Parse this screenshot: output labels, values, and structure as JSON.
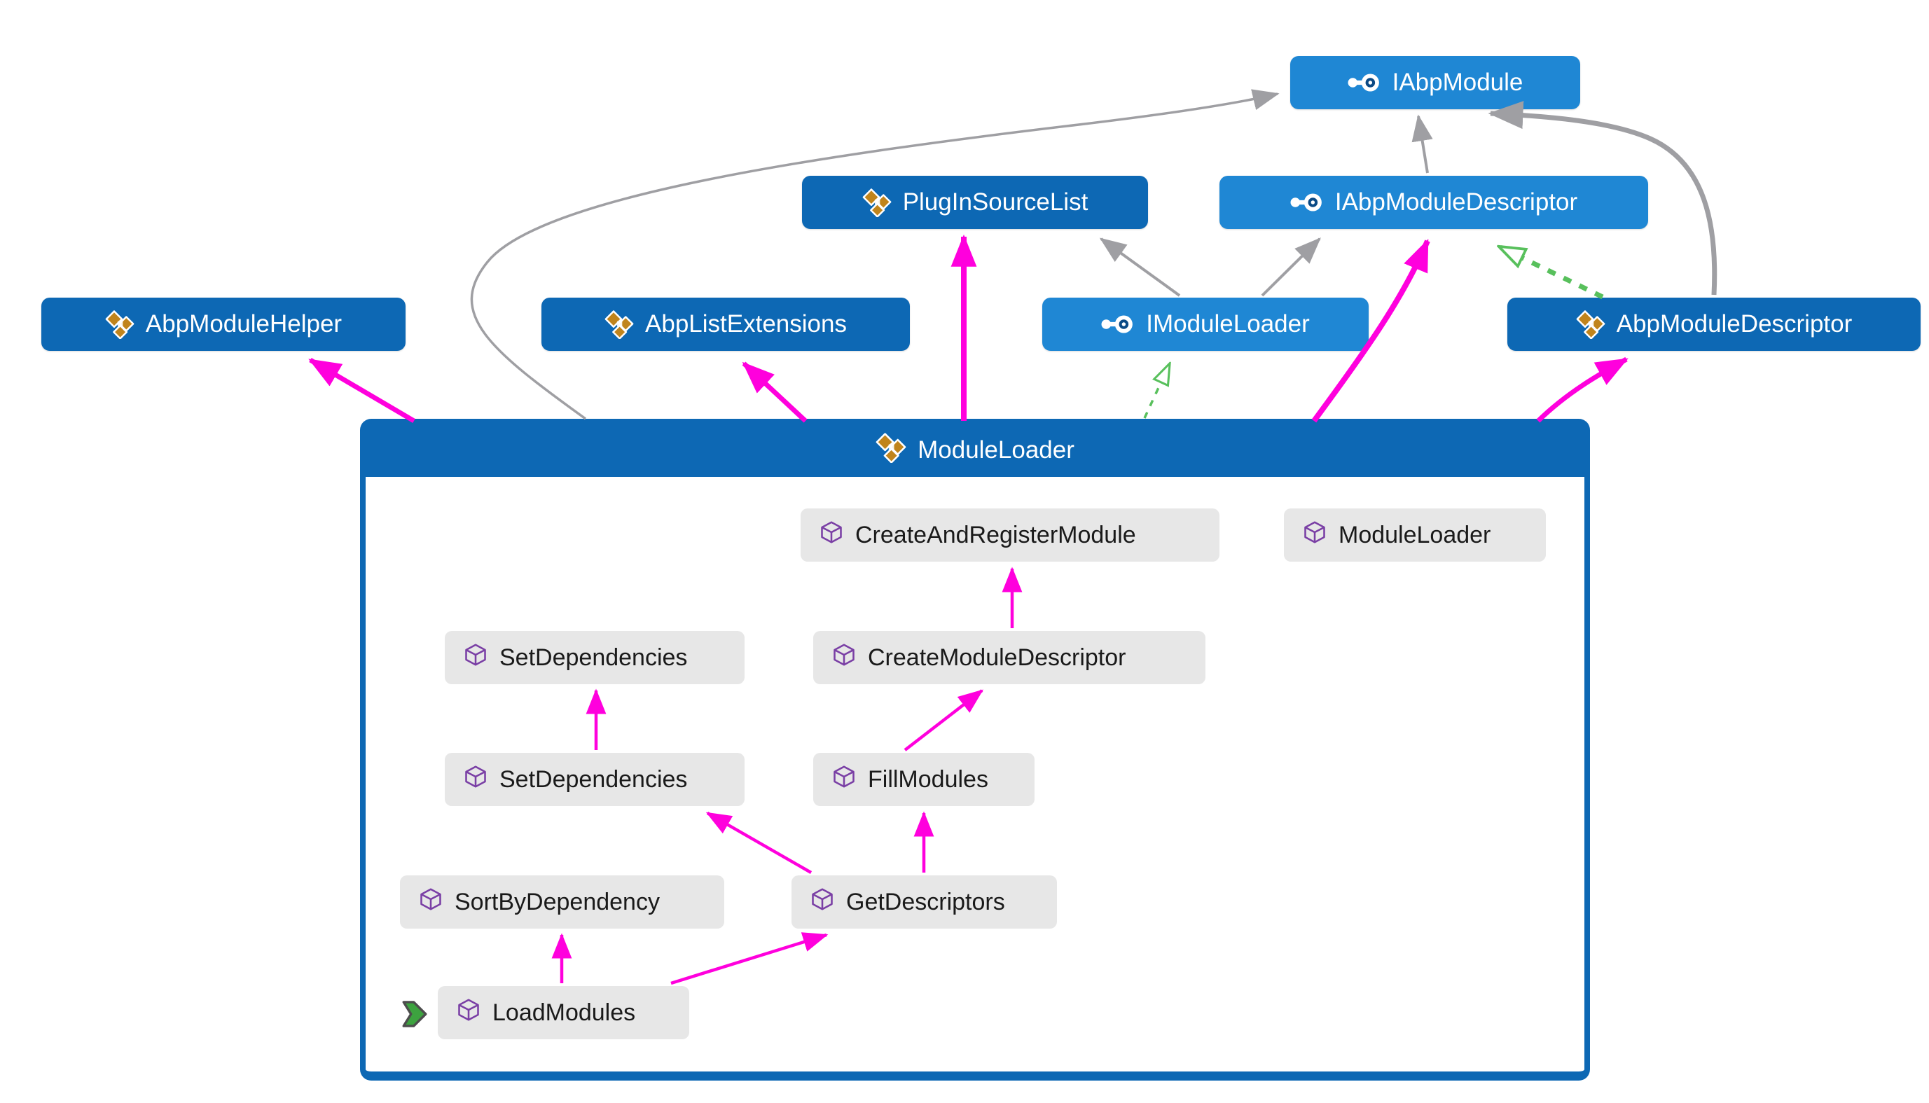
{
  "colors": {
    "class_node_blue": "#0d68b4",
    "interface_node_blue": "#1f87d4",
    "call_edge_magenta": "#ff00dd",
    "reference_edge_gray": "#9f9fa3",
    "implements_edge_green": "#58c05c",
    "method_chip_gray": "#e7e7e7",
    "entry_marker_green": "#3da33f",
    "class_icon_gold": "#c0841c",
    "method_icon_purple": "#7a3fa5"
  },
  "icons": {
    "class": "class-icon",
    "interface": "interface-icon",
    "method": "method-icon",
    "entry_point": "entry-point-icon"
  },
  "nodes": {
    "iabpmodule": {
      "label": "IAbpModule",
      "kind": "interface"
    },
    "pluginsourcelist": {
      "label": "PlugInSourceList",
      "kind": "class"
    },
    "iabpmoduledescriptor": {
      "label": "IAbpModuleDescriptor",
      "kind": "interface"
    },
    "abpmodulehelper": {
      "label": "AbpModuleHelper",
      "kind": "class"
    },
    "abplistextensions": {
      "label": "AbpListExtensions",
      "kind": "class"
    },
    "imoduleloader": {
      "label": "IModuleLoader",
      "kind": "interface"
    },
    "abpmoduledescriptor": {
      "label": "AbpModuleDescriptor",
      "kind": "class"
    }
  },
  "container": {
    "label": "ModuleLoader",
    "kind": "class",
    "methods": {
      "create_and_register_module": "CreateAndRegisterModule",
      "module_loader": "ModuleLoader",
      "set_dependencies_upper": "SetDependencies",
      "create_module_descriptor": "CreateModuleDescriptor",
      "set_dependencies_lower": "SetDependencies",
      "fill_modules": "FillModules",
      "sort_by_dependency": "SortByDependency",
      "get_descriptors": "GetDescriptors",
      "load_modules": "LoadModules"
    }
  },
  "edges": [
    {
      "from": "ModuleLoader",
      "to": "AbpModuleHelper",
      "kind": "call"
    },
    {
      "from": "ModuleLoader",
      "to": "AbpListExtensions",
      "kind": "call"
    },
    {
      "from": "ModuleLoader",
      "to": "PlugInSourceList",
      "kind": "call"
    },
    {
      "from": "ModuleLoader",
      "to": "IAbpModuleDescriptor",
      "kind": "call"
    },
    {
      "from": "ModuleLoader",
      "to": "AbpModuleDescriptor",
      "kind": "call"
    },
    {
      "from": "ModuleLoader",
      "to": "IAbpModule",
      "kind": "reference"
    },
    {
      "from": "ModuleLoader",
      "to": "IModuleLoader",
      "kind": "implements"
    },
    {
      "from": "IModuleLoader",
      "to": "PlugInSourceList",
      "kind": "reference"
    },
    {
      "from": "IModuleLoader",
      "to": "IAbpModuleDescriptor",
      "kind": "reference"
    },
    {
      "from": "IAbpModuleDescriptor",
      "to": "IAbpModule",
      "kind": "reference"
    },
    {
      "from": "AbpModuleDescriptor",
      "to": "IAbpModule",
      "kind": "reference"
    },
    {
      "from": "AbpModuleDescriptor",
      "to": "IAbpModuleDescriptor",
      "kind": "implements"
    },
    {
      "from": "LoadModules",
      "to": "SortByDependency",
      "kind": "call"
    },
    {
      "from": "LoadModules",
      "to": "GetDescriptors",
      "kind": "call"
    },
    {
      "from": "GetDescriptors",
      "to": "FillModules",
      "kind": "call"
    },
    {
      "from": "GetDescriptors",
      "to": "SetDependencies",
      "kind": "call"
    },
    {
      "from": "SetDependencies",
      "to": "SetDependencies",
      "kind": "call"
    },
    {
      "from": "FillModules",
      "to": "CreateModuleDescriptor",
      "kind": "call"
    },
    {
      "from": "CreateModuleDescriptor",
      "to": "CreateAndRegisterModule",
      "kind": "call"
    }
  ]
}
